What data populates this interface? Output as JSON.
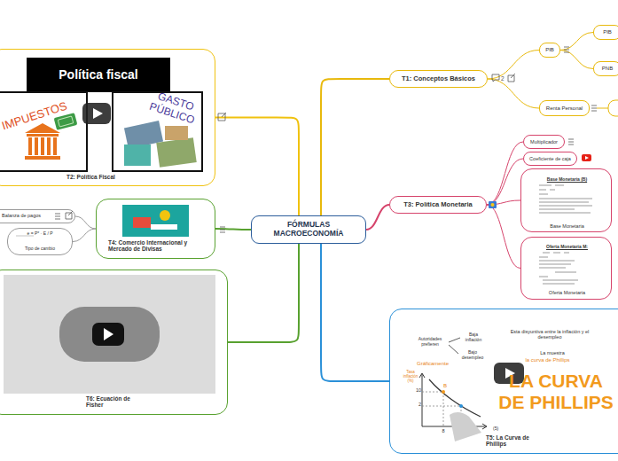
{
  "diagram": {
    "nodes": [
      {
        "text": [
          "FÓRMULAS MACROECONOMÍA"
        ]
      },
      {
        "text": [
          "T1: Conceptos Básicos"
        ]
      },
      {
        "text": [
          "PIB"
        ]
      },
      {
        "text": [
          "PIB"
        ]
      },
      {
        "text": [
          "PNB"
        ]
      },
      {
        "text": [
          "Renta Personal"
        ]
      },
      {
        "text": [
          "T3: Política Monetaria"
        ]
      },
      {
        "text": [
          "Multiplicador"
        ]
      },
      {
        "text": [
          "Coeficiente de caja"
        ]
      },
      {
        "text": [
          "Base Monetaria (B)",
          "Base Monetaria"
        ]
      },
      {
        "text": [
          "Oferta Monetaria M:",
          "Oferta Monetaria"
        ]
      },
      {
        "text": [
          "T5: La Curva de Phillips"
        ]
      },
      {
        "text": [
          "T6: Ecuación de Fisher"
        ]
      },
      {
        "text": [
          "T4: Comercio Internacional y Mercado de Divisas"
        ]
      },
      {
        "text": [
          "Balanza de pagos"
        ]
      },
      {
        "text": [
          "Tipo de cambio"
        ]
      },
      {
        "text": [
          "T2: Política Fiscal"
        ]
      }
    ],
    "edges": [
      {
        "from": 0,
        "to": 1,
        "arrow": "none"
      },
      {
        "from": 1,
        "to": 2,
        "arrow": "none"
      },
      {
        "from": 2,
        "to": 3,
        "arrow": "none"
      },
      {
        "from": 2,
        "to": 4,
        "arrow": "none"
      },
      {
        "from": 1,
        "to": 5,
        "arrow": "none"
      },
      {
        "from": 0,
        "to": 6,
        "arrow": "none"
      },
      {
        "from": 6,
        "to": 7,
        "arrow": "none"
      },
      {
        "from": 6,
        "to": 8,
        "arrow": "none"
      },
      {
        "from": 6,
        "to": 9,
        "arrow": "none"
      },
      {
        "from": 6,
        "to": 10,
        "arrow": "none"
      },
      {
        "from": 0,
        "to": 11,
        "arrow": "none"
      },
      {
        "from": 0,
        "to": 12,
        "arrow": "none"
      },
      {
        "from": 0,
        "to": 13,
        "arrow": "none"
      },
      {
        "from": 13,
        "to": 14,
        "arrow": "none"
      },
      {
        "from": 13,
        "to": 15,
        "arrow": "none"
      },
      {
        "from": 0,
        "to": 16,
        "arrow": "none"
      }
    ],
    "labels": [
      "2",
      "Política fiscal",
      "IMPUESTOS",
      "GASTO PÚBLICO",
      "e = P* · E / P",
      "Esta disyuntiva entre la inflación y el desempleo",
      "La muestra",
      "la curva de Phillips",
      "LA CURVA DE PHILLIPS",
      "Autoridades prefieren",
      "Baja inflación",
      "Bajo desempleo",
      "Gráficamente",
      "Tasa inflación (%)",
      "10",
      "2",
      "B",
      "8",
      "(5)"
    ]
  }
}
